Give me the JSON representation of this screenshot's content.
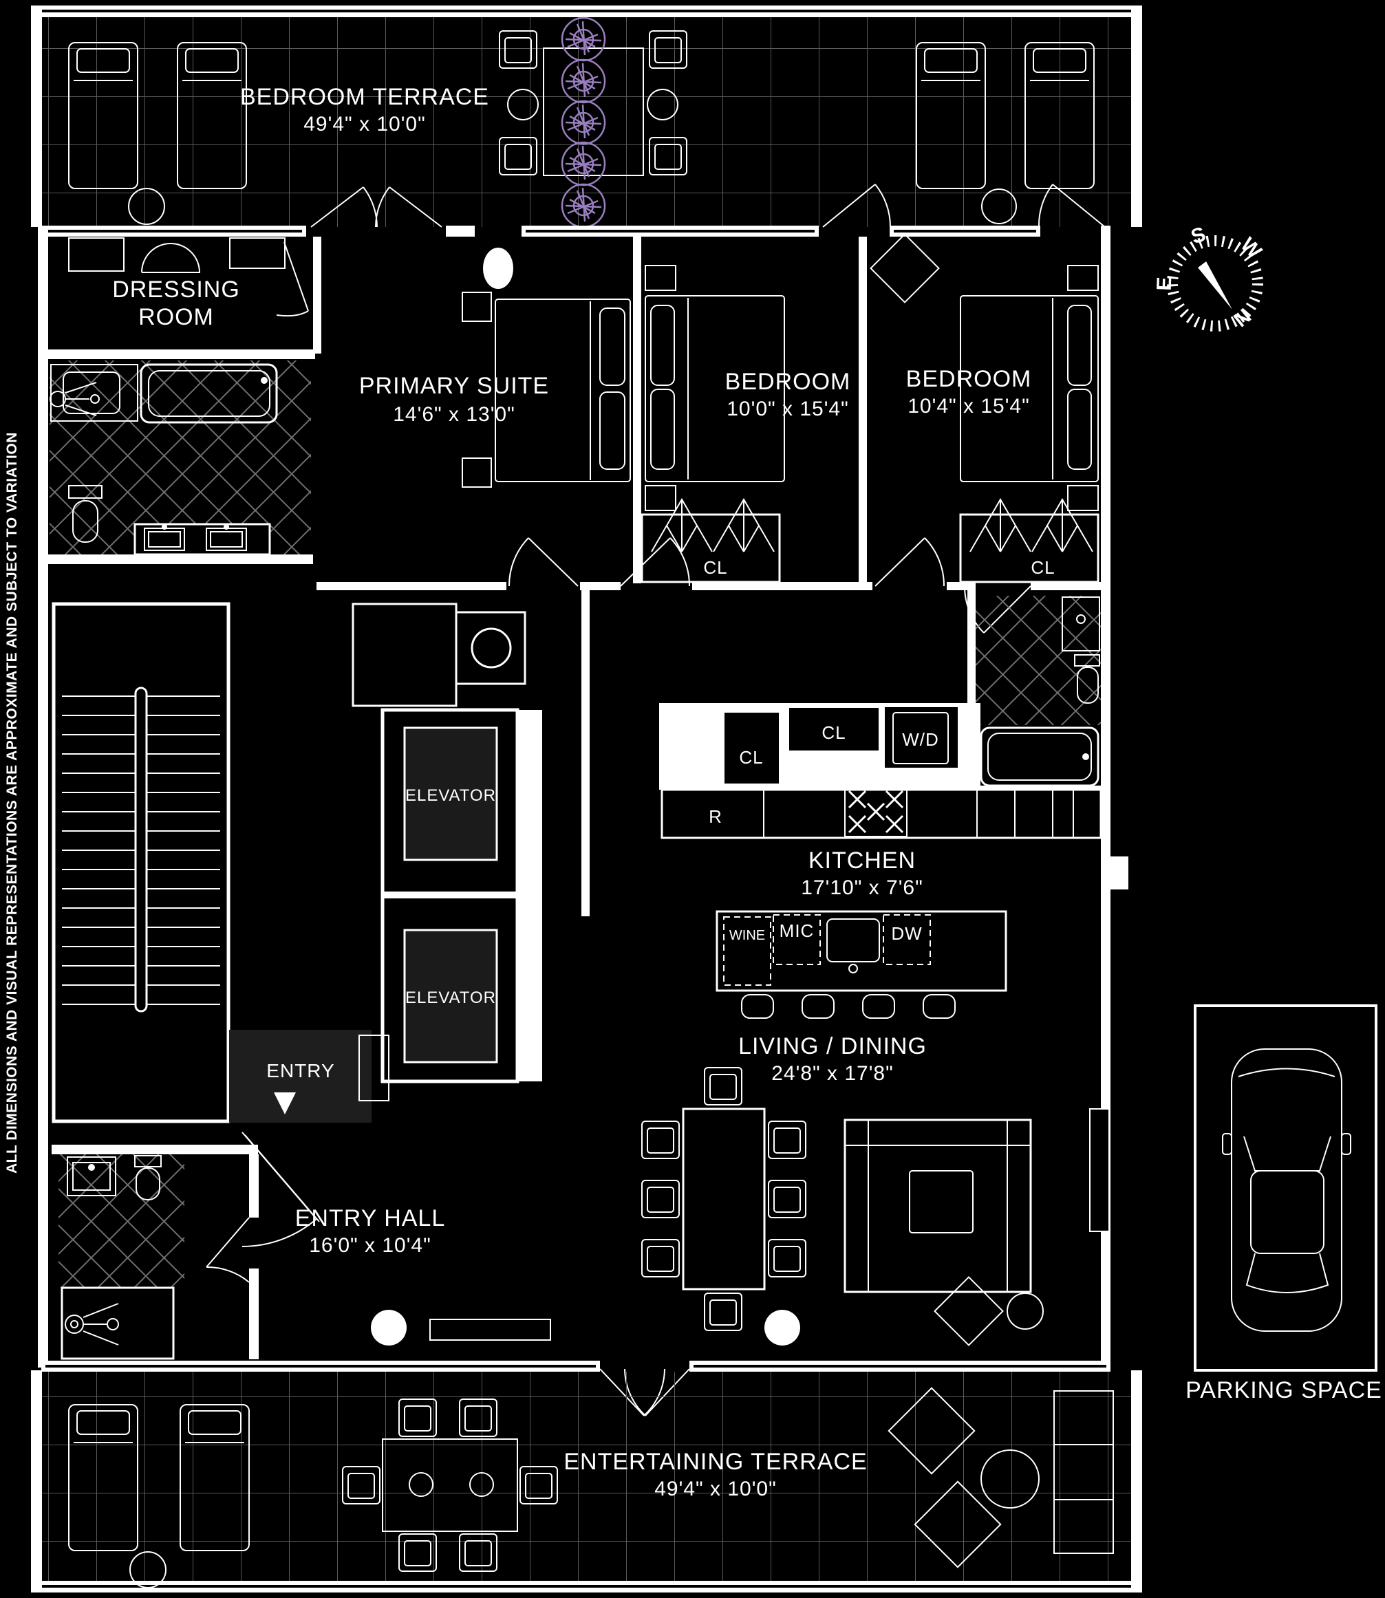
{
  "disclaimer": "ALL DIMENSIONS AND VISUAL REPRESENTATIONS ARE APPROXIMATE AND SUBJECT TO VARIATION",
  "rooms": {
    "bedroom_terrace": {
      "name": "BEDROOM TERRACE",
      "dims": "49'4\" x 10'0\""
    },
    "dressing_room": {
      "line1": "DRESSING",
      "line2": "ROOM"
    },
    "primary_suite": {
      "name": "PRIMARY SUITE",
      "dims": "14'6\" x 13'0\""
    },
    "bedroom_a": {
      "name": "BEDROOM",
      "dims": "10'0\" x 15'4\""
    },
    "bedroom_b": {
      "name": "BEDROOM",
      "dims": "10'4\" x 15'4\""
    },
    "kitchen": {
      "name": "KITCHEN",
      "dims": "17'10\" x 7'6\""
    },
    "living_dining": {
      "name": "LIVING / DINING",
      "dims": "24'8\" x 17'8\""
    },
    "entry_hall": {
      "name": "ENTRY HALL",
      "dims": "16'0\" x 10'4\""
    },
    "entertaining_terrace": {
      "name": "ENTERTAINING TERRACE",
      "dims": "49'4\" x 10'0\""
    },
    "parking_space": {
      "name": "PARKING SPACE"
    }
  },
  "labels": {
    "elevator_upper": "ELEVATOR",
    "elevator_lower": "ELEVATOR",
    "entry": "ENTRY",
    "closet_bedroom_a": "CL",
    "closet_bedroom_b": "CL",
    "closet_hall_small": "CL",
    "closet_hall_wide": "CL",
    "washer_dryer": "W/D",
    "refrigerator": "R",
    "wine_fridge": "WINE",
    "microwave": "MIC",
    "dishwasher": "DW"
  },
  "compass": {
    "north": "N",
    "south": "S",
    "east": "E",
    "west": "W"
  },
  "colors": {
    "background": "#000000",
    "line": "#ffffff",
    "grid": "#5a5a5a",
    "hatch": "#6f6f6f",
    "plant": "#9a7fc0",
    "cab_fill": "#1e1e1e"
  }
}
